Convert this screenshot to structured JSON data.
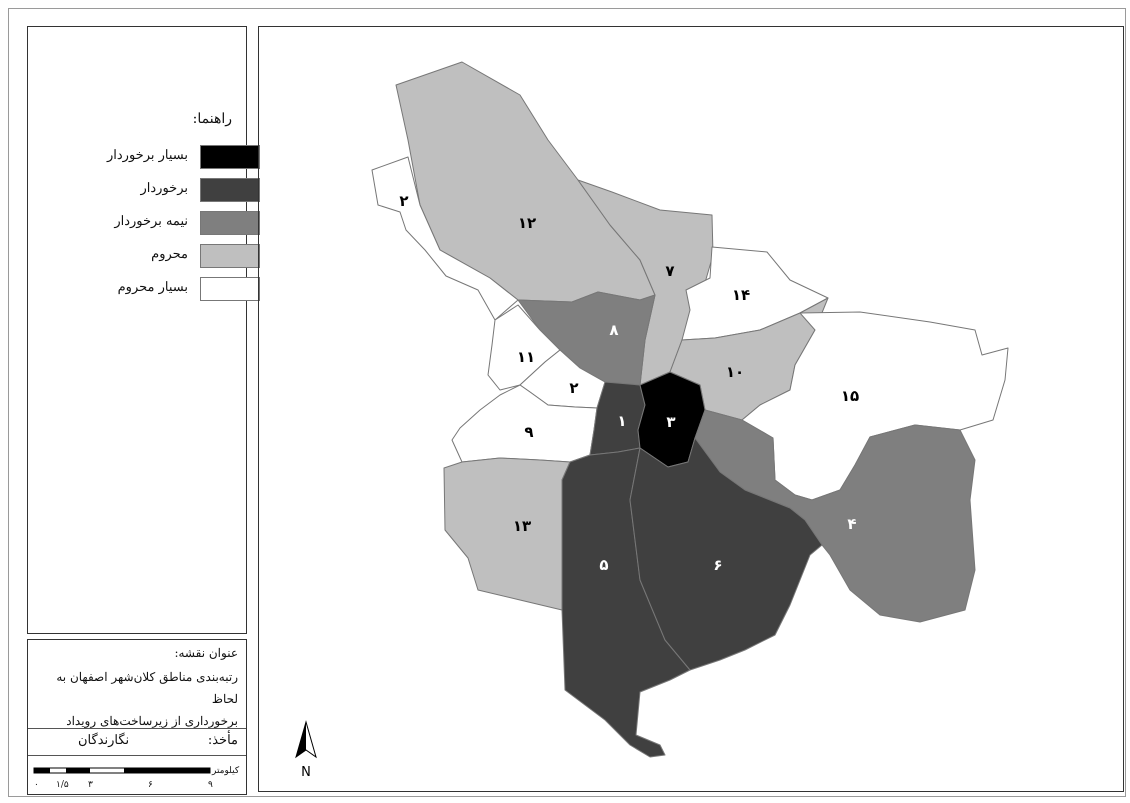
{
  "legend": {
    "title": "راهنما:",
    "items": [
      {
        "label": "بسیار برخوردار",
        "color": "#000000"
      },
      {
        "label": "برخوردار",
        "color": "#404040"
      },
      {
        "label": "نیمه برخوردار",
        "color": "#7f7f7f"
      },
      {
        "label": "محروم",
        "color": "#bfbfbf"
      },
      {
        "label": "بسیار محروم",
        "color": "#ffffff"
      }
    ]
  },
  "info": {
    "title_label": "عنوان نقشه:",
    "title_line1": "رتبه‌بندی مناطق کلان‌شهر اصفهان به لحاظ",
    "title_line2": "برخورداری از زیرساخت‌های رویداد",
    "source_label": "مأخذ:",
    "source_value": "نگارندگان"
  },
  "scale_bar": {
    "unit": "کیلومتر",
    "ticks": [
      "۰",
      "۱/۵",
      "۳",
      "۶",
      "۹"
    ]
  },
  "north_label": "N",
  "regions": [
    {
      "id": "3",
      "label": "۳",
      "class": "بسیار برخوردار"
    },
    {
      "id": "1",
      "label": "۱",
      "class": "برخوردار"
    },
    {
      "id": "5",
      "label": "۵",
      "class": "برخوردار"
    },
    {
      "id": "6",
      "label": "۶",
      "class": "برخوردار"
    },
    {
      "id": "4",
      "label": "۴",
      "class": "نیمه برخوردار"
    },
    {
      "id": "8",
      "label": "۸",
      "class": "نیمه برخوردار"
    },
    {
      "id": "12",
      "label": "۱۲",
      "class": "محروم"
    },
    {
      "id": "7",
      "label": "۷",
      "class": "محروم"
    },
    {
      "id": "10",
      "label": "۱۰",
      "class": "محروم"
    },
    {
      "id": "13",
      "label": "۱۳",
      "class": "محروم"
    },
    {
      "id": "2a",
      "label": "۲",
      "class": "بسیار محروم"
    },
    {
      "id": "2b",
      "label": "۲",
      "class": "بسیار محروم"
    },
    {
      "id": "11",
      "label": "۱۱",
      "class": "بسیار محروم"
    },
    {
      "id": "9",
      "label": "۹",
      "class": "بسیار محروم"
    },
    {
      "id": "14",
      "label": "۱۴",
      "class": "بسیار محروم"
    },
    {
      "id": "15",
      "label": "۱۵",
      "class": "بسیار محروم"
    }
  ]
}
